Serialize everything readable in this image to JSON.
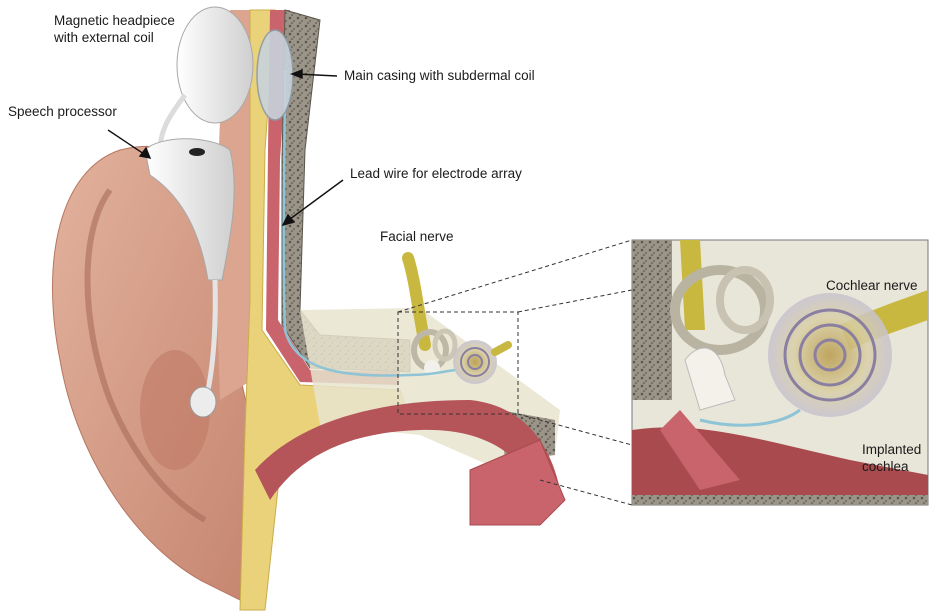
{
  "labels": {
    "headpiece_line1": "Magnetic headpiece",
    "headpiece_line2": "with external coil",
    "speech_processor": "Speech processor",
    "main_casing": "Main casing with subdermal coil",
    "lead_wire": "Lead wire for electrode array",
    "facial_nerve": "Facial nerve",
    "cochlear_nerve": "Cochlear nerve",
    "implanted_line1": "Implanted",
    "implanted_line2": "cochlea"
  },
  "colors": {
    "skin": "#d9a48f",
    "skin_dark": "#b97a66",
    "muscle": "#c9646c",
    "fat": "#ead27a",
    "bone": "#8c877a",
    "nerve": "#c9b840",
    "device": "#e8e8e8",
    "canal": "#a84a4e"
  }
}
